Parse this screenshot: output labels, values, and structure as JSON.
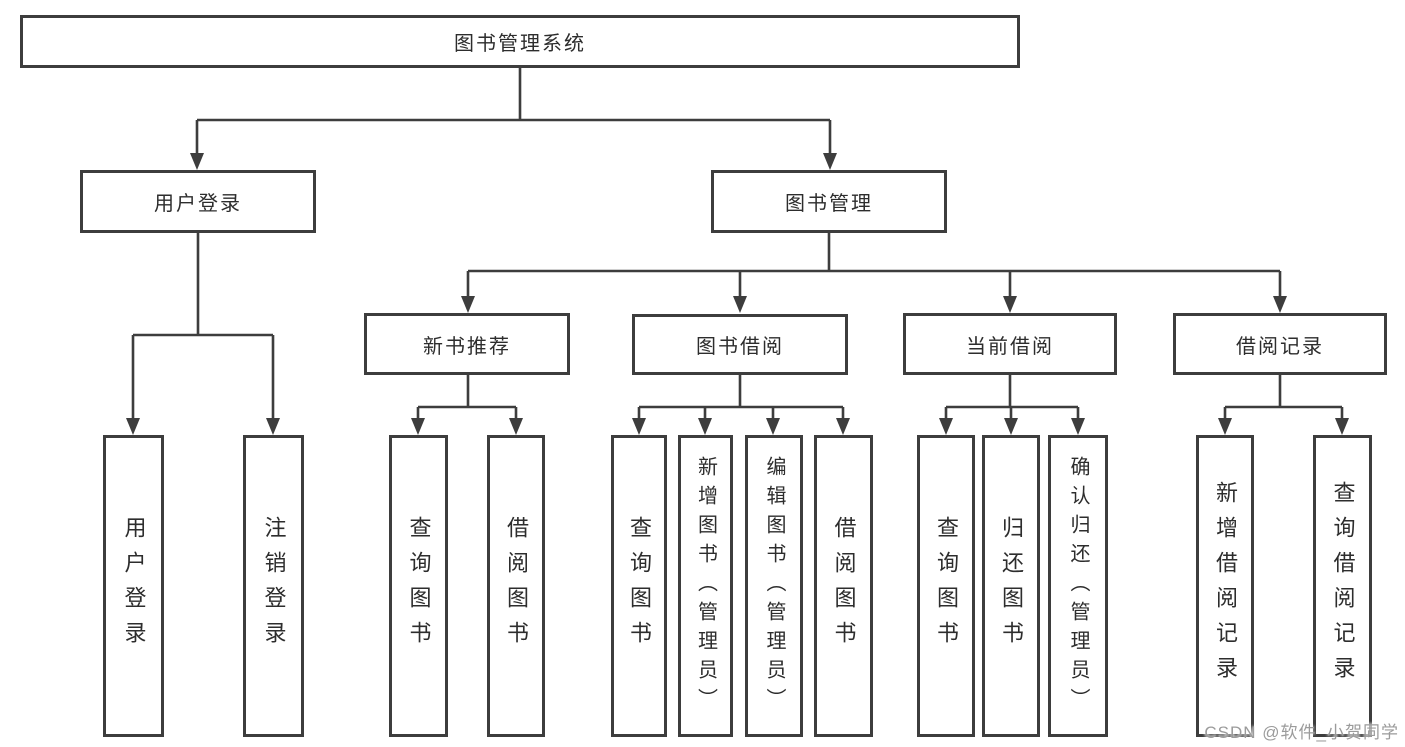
{
  "diagram": {
    "type": "hierarchy-tree",
    "colors": {
      "background": "#ffffff",
      "line": "#3d3d3d",
      "box_border": "#3d3d3d",
      "text": "#2d2d2d",
      "watermark": "#9b9b9b"
    },
    "watermark": "CSDN @软件_小贺同学",
    "nodes": {
      "root": {
        "label": "图书管理系统"
      },
      "user_login": {
        "label": "用户登录"
      },
      "book_management": {
        "label": "图书管理"
      },
      "new_book_recommend": {
        "label": "新书推荐"
      },
      "book_borrowing": {
        "label": "图书借阅"
      },
      "current_borrowing": {
        "label": "当前借阅"
      },
      "borrowing_records": {
        "label": "借阅记录"
      },
      "leaf_user_login": {
        "label": "用户登录"
      },
      "leaf_logout": {
        "label": "注销登录"
      },
      "leaf_query_books_1": {
        "label": "查询图书"
      },
      "leaf_borrow_books_1": {
        "label": "借阅图书"
      },
      "leaf_query_books_2": {
        "label": "查询图书"
      },
      "leaf_add_book_admin": {
        "label": "新增图书（管理员）"
      },
      "leaf_edit_book_admin": {
        "label": "编辑图书（管理员）"
      },
      "leaf_borrow_books_2": {
        "label": "借阅图书"
      },
      "leaf_query_books_3": {
        "label": "查询图书"
      },
      "leaf_return_book": {
        "label": "归还图书"
      },
      "leaf_confirm_return_admin": {
        "label": "确认归还（管理员）"
      },
      "leaf_add_borrow_record": {
        "label": "新增借阅记录"
      },
      "leaf_query_borrow_record": {
        "label": "查询借阅记录"
      }
    },
    "edges": [
      "图书管理系统 -> 用户登录",
      "图书管理系统 -> 图书管理",
      "用户登录 -> 用户登录(叶)",
      "用户登录 -> 注销登录",
      "图书管理 -> 新书推荐",
      "图书管理 -> 图书借阅",
      "图书管理 -> 当前借阅",
      "图书管理 -> 借阅记录",
      "新书推荐 -> 查询图书",
      "新书推荐 -> 借阅图书",
      "图书借阅 -> 查询图书",
      "图书借阅 -> 新增图书（管理员）",
      "图书借阅 -> 编辑图书（管理员）",
      "图书借阅 -> 借阅图书",
      "当前借阅 -> 查询图书",
      "当前借阅 -> 归还图书",
      "当前借阅 -> 确认归还（管理员）",
      "借阅记录 -> 新增借阅记录",
      "借阅记录 -> 查询借阅记录"
    ]
  }
}
